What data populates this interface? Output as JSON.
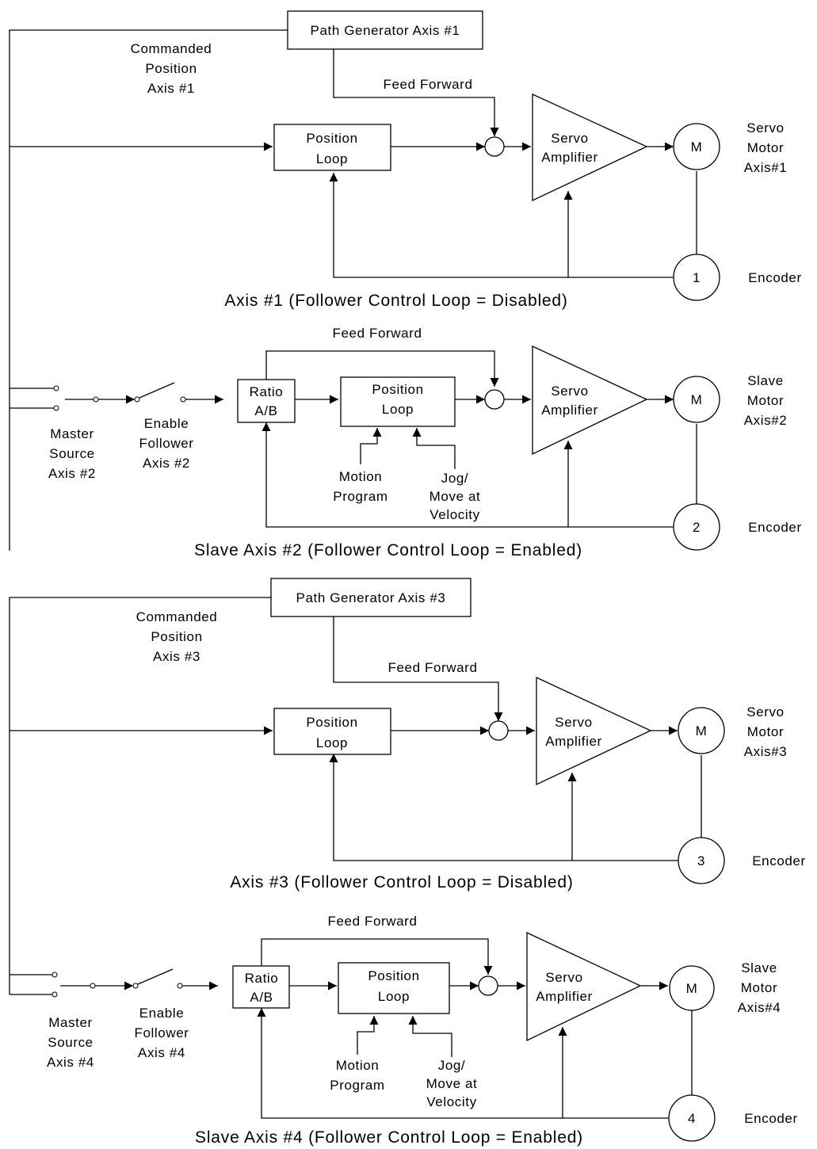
{
  "axis1": {
    "path_gen": "Path Generator Axis #1",
    "cmd": [
      "Commanded",
      "Position",
      "Axis #1"
    ],
    "ff": "Feed Forward",
    "pos_loop": [
      "Position",
      "Loop"
    ],
    "amp": [
      "Servo",
      "Amplifier"
    ],
    "motor": "M",
    "motor_label": [
      "Servo",
      "Motor",
      "Axis#1"
    ],
    "enc": "1",
    "enc_label": "Encoder",
    "caption": "Axis #1 (Follower Control Loop = Disabled)"
  },
  "axis2": {
    "ff": "Feed Forward",
    "ratio": [
      "Ratio",
      "A/B"
    ],
    "pos_loop": [
      "Position",
      "Loop"
    ],
    "amp": [
      "Servo",
      "Amplifier"
    ],
    "motor": "M",
    "motor_label": [
      "Slave",
      "Motor",
      "Axis#2"
    ],
    "enc": "2",
    "enc_label": "Encoder",
    "master": [
      "Master",
      "Source",
      "Axis #2"
    ],
    "enable": [
      "Enable",
      "Follower",
      "Axis #2"
    ],
    "motion": [
      "Motion",
      "Program"
    ],
    "jog": [
      "Jog/",
      "Move at",
      "Velocity"
    ],
    "caption": "Slave Axis #2  (Follower Control Loop = Enabled)"
  },
  "axis3": {
    "path_gen": "Path Generator Axis #3",
    "cmd": [
      "Commanded",
      "Position",
      "Axis #3"
    ],
    "ff": "Feed Forward",
    "pos_loop": [
      "Position",
      "Loop"
    ],
    "amp": [
      "Servo",
      "Amplifier"
    ],
    "motor": "M",
    "motor_label": [
      "Servo",
      "Motor",
      "Axis#3"
    ],
    "enc": "3",
    "enc_label": "Encoder",
    "caption": "Axis #3  (Follower Control Loop = Disabled)"
  },
  "axis4": {
    "ff": "Feed Forward",
    "ratio": [
      "Ratio",
      "A/B"
    ],
    "pos_loop": [
      "Position",
      "Loop"
    ],
    "amp": [
      "Servo",
      "Amplifier"
    ],
    "motor": "M",
    "motor_label": [
      "Slave",
      "Motor",
      "Axis#4"
    ],
    "enc": "4",
    "enc_label": "Encoder",
    "master": [
      "Master",
      "Source",
      "Axis #4"
    ],
    "enable": [
      "Enable",
      "Follower",
      "Axis #4"
    ],
    "motion": [
      "Motion",
      "Program"
    ],
    "jog": [
      "Jog/",
      "Move at",
      "Velocity"
    ],
    "caption": "Slave Axis #4  (Follower Control Loop = Enabled)"
  }
}
